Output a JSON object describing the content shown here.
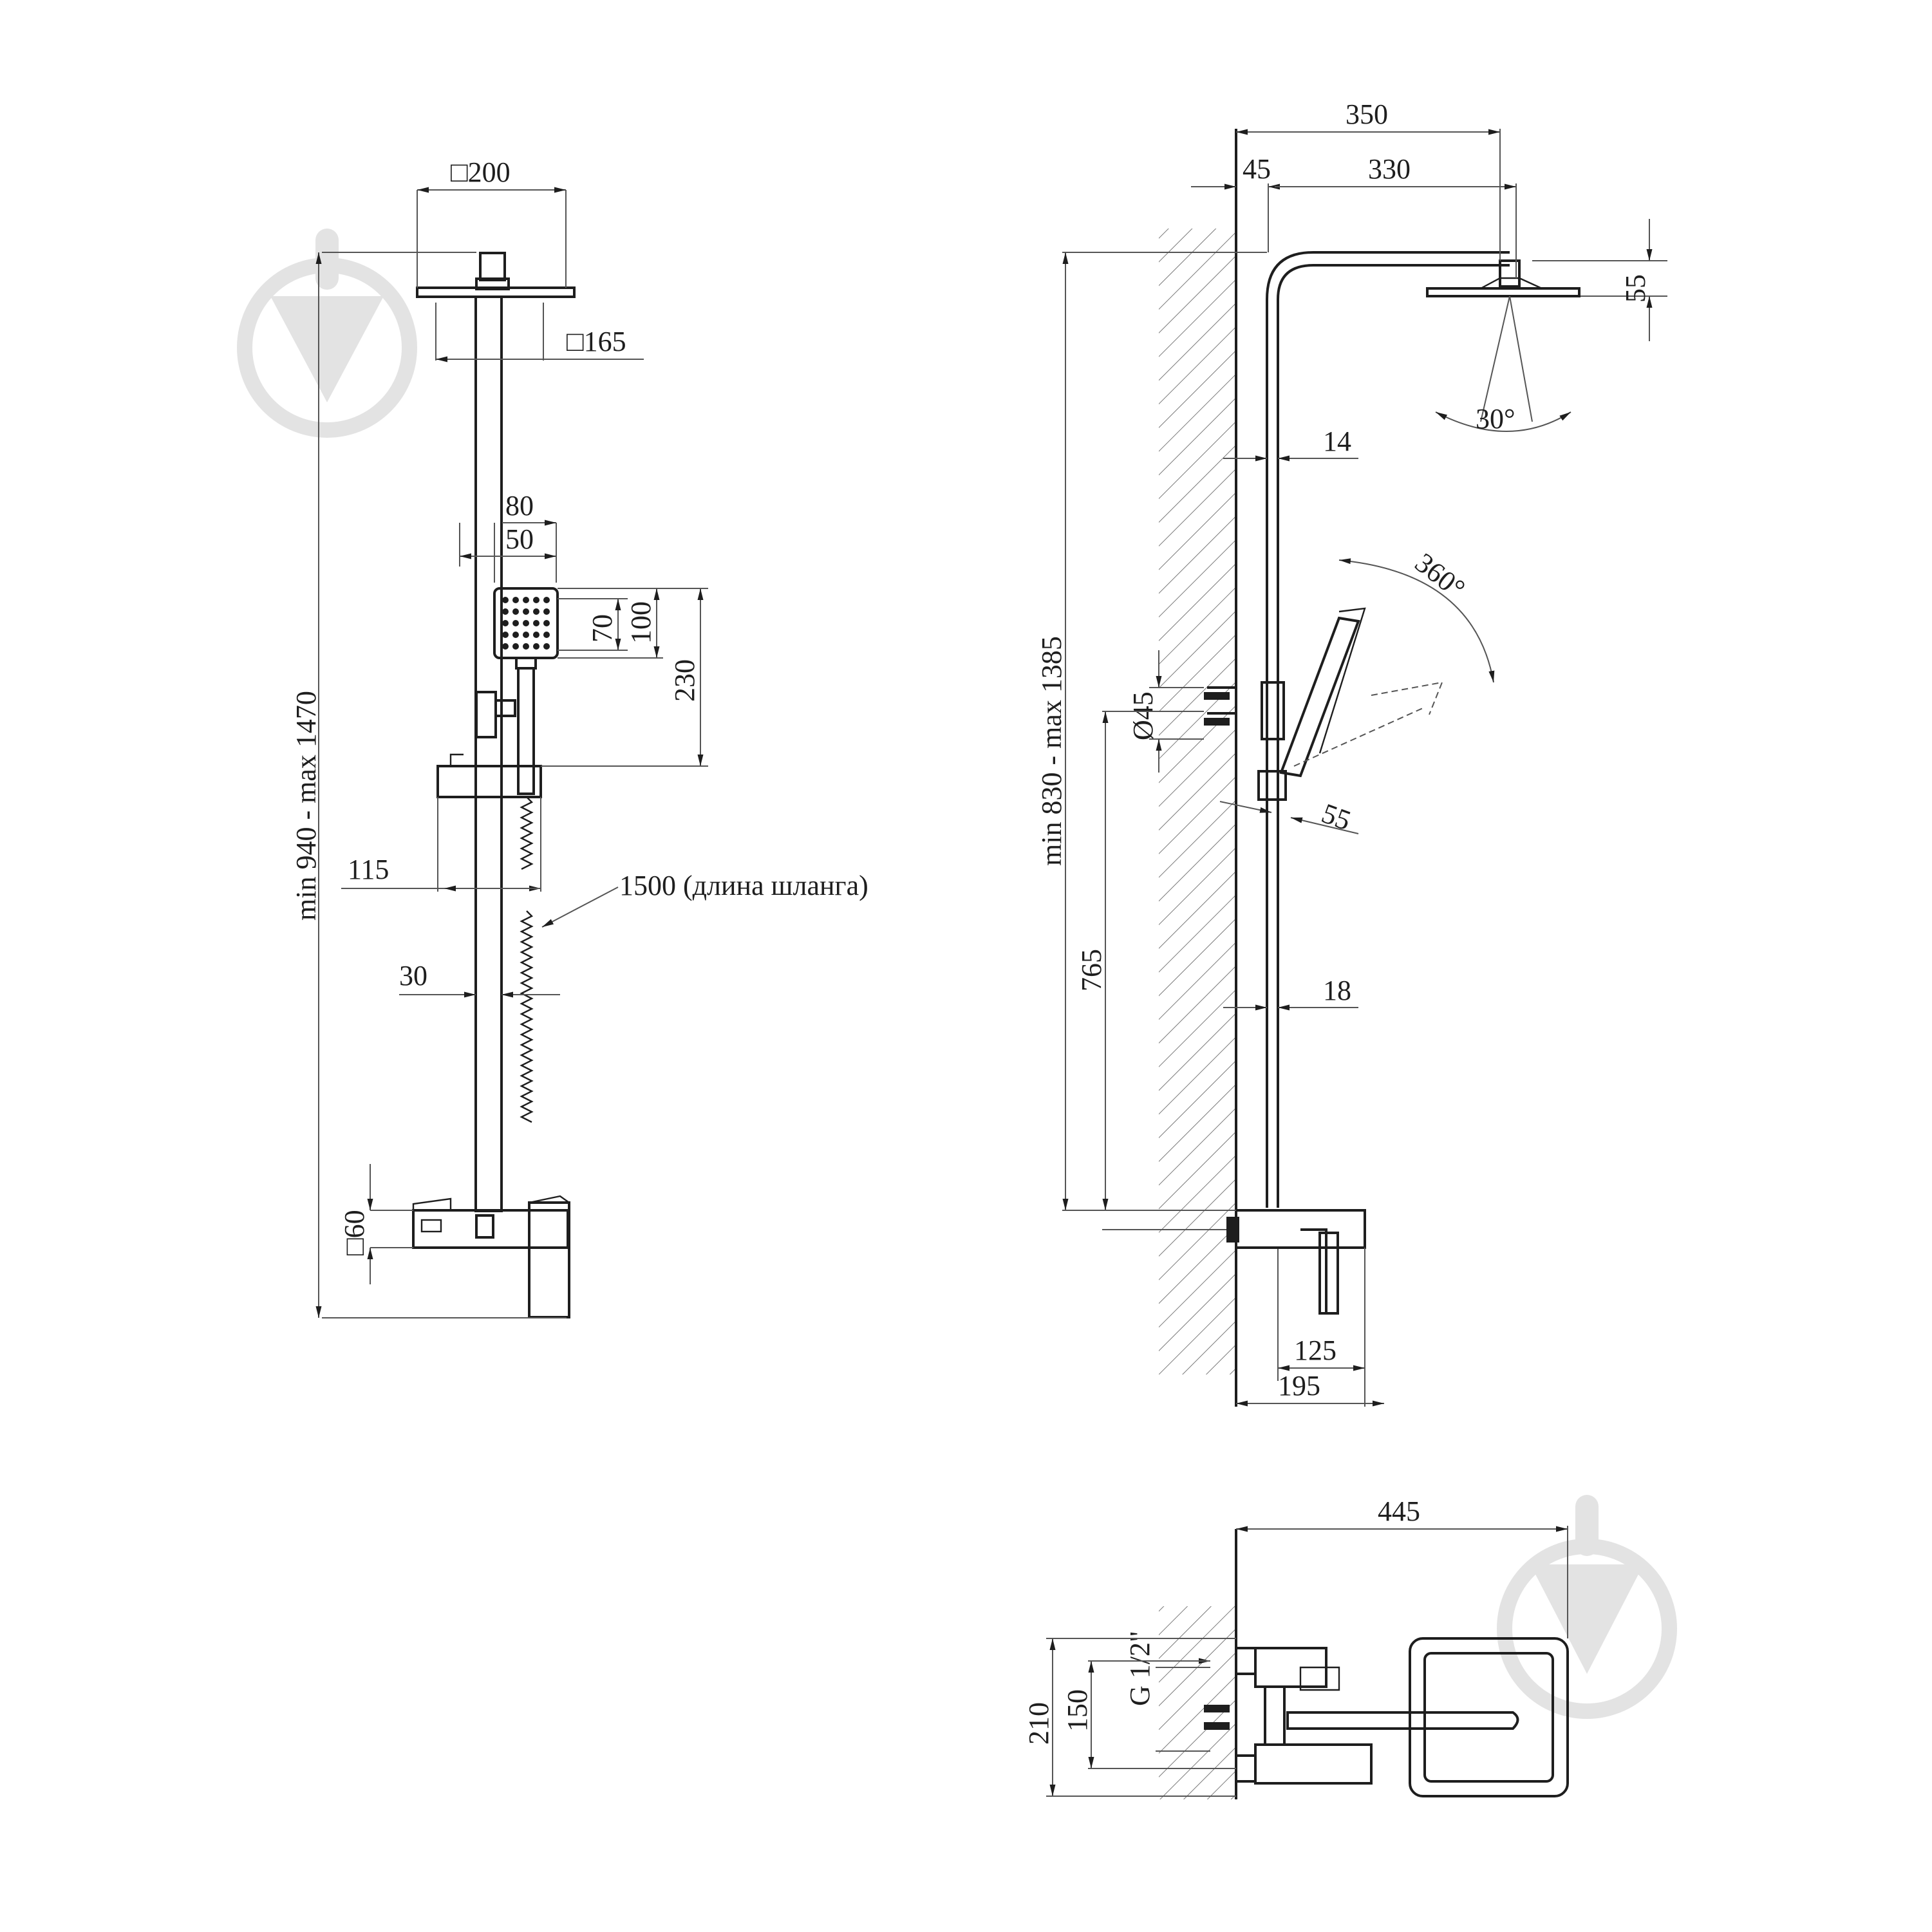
{
  "front_view": {
    "head_size": "□200",
    "head_plate": "□165",
    "hand_outer": "80",
    "hand_inner": "50",
    "hand_face": "70",
    "hand_height": "100",
    "hand_drop": "230",
    "bracket_offset": "115",
    "rail_offset": "30",
    "hose_label": "1500 (длина шланга)",
    "total_height": "min 940 - max 1470",
    "mixer_size": "□60"
  },
  "side_view": {
    "reach_total": "350",
    "wall_gap": "45",
    "arm_length": "330",
    "head_thickness": "55",
    "spray_angle": "30°",
    "rail_top": "14",
    "rotation": "360°",
    "holder_dia": "Ø45",
    "holder_tilt": "55",
    "column_height": "min 830 - max 1385",
    "holder_height": "765",
    "rail_bottom": "18",
    "spout_125": "125",
    "spout_195": "195"
  },
  "top_view": {
    "depth_total": "445",
    "connection": "G 1/2\"",
    "height_210": "210",
    "height_150": "150"
  },
  "watermark_color": "#e3e3e3",
  "line_color": "#1e1e1e"
}
